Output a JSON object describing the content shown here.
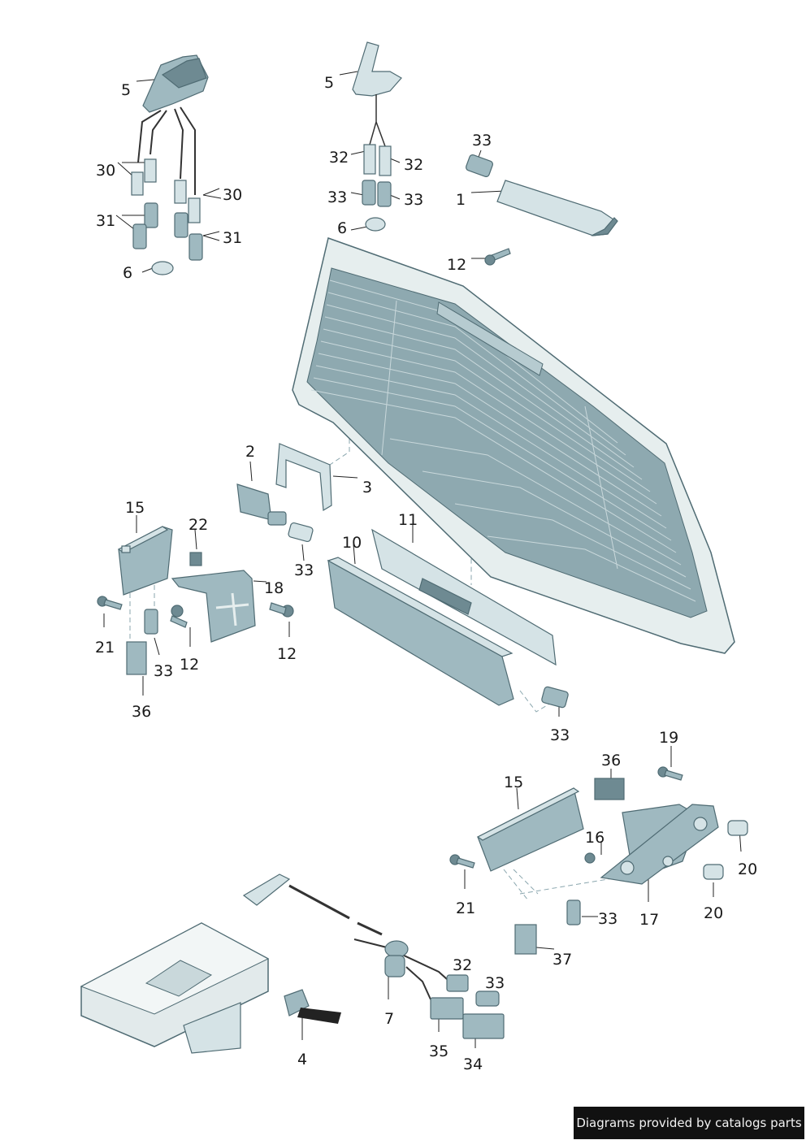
{
  "diagram": {
    "callouts": [
      "5",
      "5",
      "30",
      "30",
      "31",
      "31",
      "6",
      "6",
      "32",
      "32",
      "33",
      "33",
      "33",
      "1",
      "12",
      "2",
      "3",
      "15",
      "22",
      "18",
      "33",
      "11",
      "10",
      "21",
      "33",
      "12",
      "12",
      "36",
      "33",
      "19",
      "36",
      "15",
      "16",
      "20",
      "21",
      "33",
      "17",
      "20",
      "37",
      "32",
      "33",
      "7",
      "35",
      "34",
      "4"
    ]
  },
  "credit": {
    "text": "Diagrams provided by catalogs parts"
  }
}
